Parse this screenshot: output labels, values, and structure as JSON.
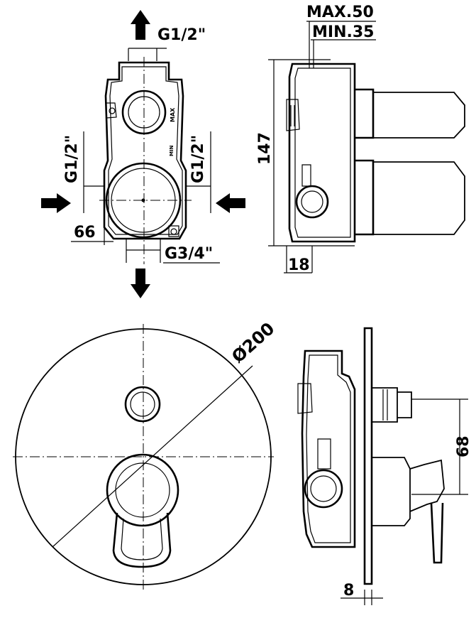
{
  "labels": {
    "inlet_top": "G1/2\"",
    "inlet_left": "G1/2\"",
    "inlet_right": "G1/2\"",
    "outlet_bottom": "G3/4\"",
    "offset_66": "66",
    "height_147": "147",
    "depth_18": "18",
    "max_depth": "MAX.50",
    "min_depth": "MIN.35",
    "plate_diameter": "Ø200",
    "spacing_68": "68",
    "plate_thickness": "8",
    "body_mark_max": "MAX",
    "body_mark_min": "MIN"
  }
}
